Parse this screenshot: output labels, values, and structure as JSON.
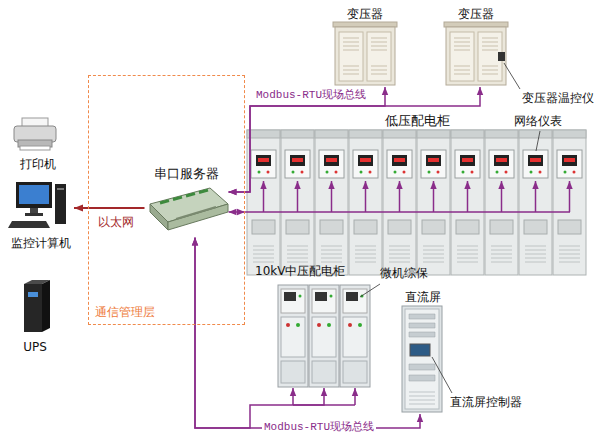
{
  "diagram": {
    "nodes": [
      {
        "text": [
          "变压器"
        ]
      },
      {
        "text": [
          "变压器"
        ]
      },
      {
        "text": [
          "低压配电柜"
        ]
      },
      {
        "text": [
          "打印机"
        ]
      },
      {
        "text": [
          "通信管理层"
        ]
      },
      {
        "text": [
          "串口服务器"
        ],
        "in": 4
      },
      {
        "text": [
          "监控计算机"
        ]
      },
      {
        "text": [
          "UPS"
        ]
      },
      {
        "text": [
          "10kV中压配电柜"
        ]
      },
      {
        "text": [
          "直流屏"
        ]
      }
    ],
    "edges": [
      {
        "from": 5,
        "to": 0,
        "arrow": "both",
        "label": "Modbus-RTU现场总线"
      },
      {
        "from": 5,
        "to": 1,
        "arrow": "both"
      },
      {
        "from": 5,
        "to": 2,
        "arrow": "both"
      },
      {
        "from": 5,
        "to": 6,
        "arrow": "to",
        "label": "以太网"
      },
      {
        "from": 5,
        "to": 8,
        "arrow": "both"
      },
      {
        "from": 5,
        "to": 9,
        "arrow": "both",
        "label": "Modbus-RTU现场总线"
      }
    ],
    "labels": [
      "变压器温控仪",
      "网络仪表",
      "微机综保",
      "直流屏控制器"
    ]
  }
}
